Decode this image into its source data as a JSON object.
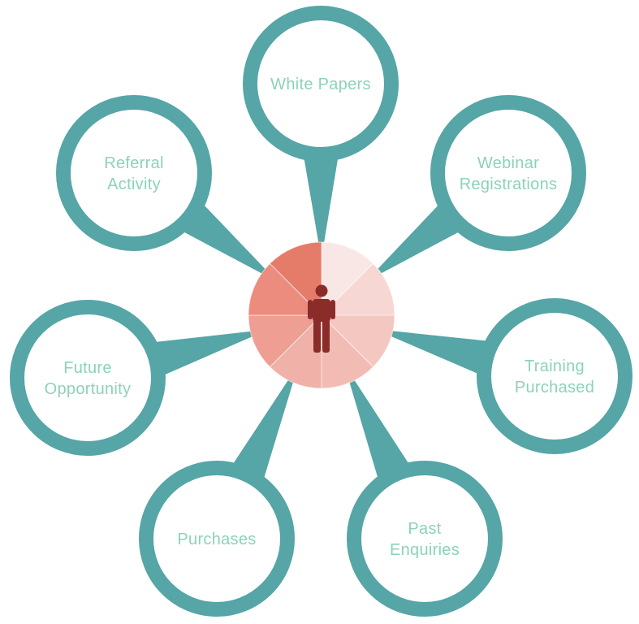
{
  "colors": {
    "ring": "#56a5a7",
    "label": "#8cd3b6",
    "background": "#ffffff",
    "person": "#8a2c2a",
    "hub_segments": [
      "#f8e7e5",
      "#f7d7d3",
      "#f4c7c1",
      "#f2bcb5",
      "#f0b1a9",
      "#ee9e93",
      "#eb8c7e",
      "#e57c69"
    ]
  },
  "hub": {
    "icon": "person-icon"
  },
  "nodes": [
    {
      "id": "white-papers",
      "lines": [
        "White Papers"
      ]
    },
    {
      "id": "webinar-registrations",
      "lines": [
        "Webinar",
        "Registrations"
      ]
    },
    {
      "id": "training-purchased",
      "lines": [
        "Training",
        "Purchased"
      ]
    },
    {
      "id": "past-enquiries",
      "lines": [
        "Past",
        "Enquiries"
      ]
    },
    {
      "id": "purchases",
      "lines": [
        "Purchases"
      ]
    },
    {
      "id": "future-opportunity",
      "lines": [
        "Future",
        "Opportunity"
      ]
    },
    {
      "id": "referral-activity",
      "lines": [
        "Referral",
        "Activity"
      ]
    }
  ]
}
